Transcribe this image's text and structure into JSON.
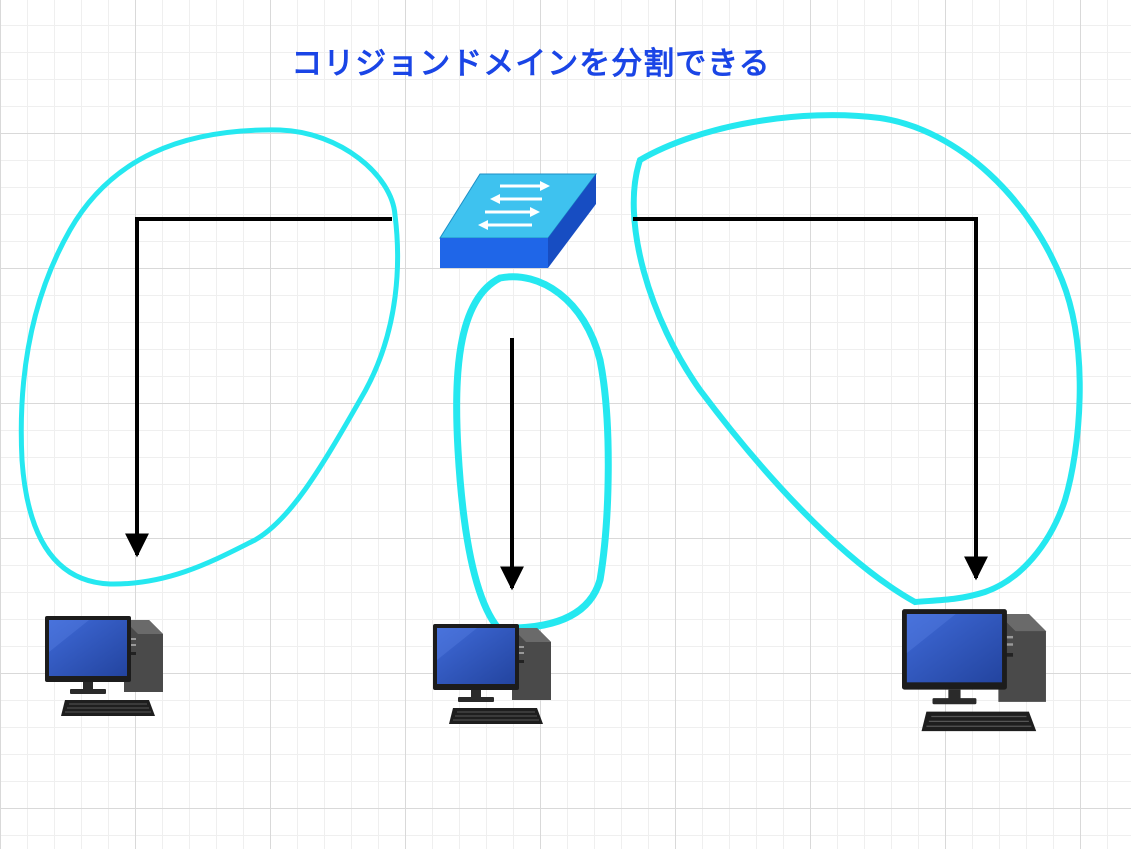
{
  "diagram": {
    "title": "コリジョンドメインを分割できる",
    "colors": {
      "title": "#1a45e6",
      "domain_outline": "#25e8f0",
      "link": "#000000",
      "switch_top": "#3ec2ef",
      "switch_front": "#1f66e8",
      "monitor_screen": "#2f55c8"
    },
    "nodes": [
      {
        "id": "switch",
        "kind": "switch-icon"
      },
      {
        "id": "pc-left",
        "kind": "desktop-computer-icon"
      },
      {
        "id": "pc-center",
        "kind": "desktop-computer-icon"
      },
      {
        "id": "pc-right",
        "kind": "desktop-computer-icon"
      }
    ],
    "links": [
      {
        "from": "switch",
        "to": "pc-left",
        "arrow": "end"
      },
      {
        "from": "switch",
        "to": "pc-center",
        "arrow": "end"
      },
      {
        "from": "switch",
        "to": "pc-right",
        "arrow": "end"
      }
    ],
    "collision_domains": 3
  }
}
